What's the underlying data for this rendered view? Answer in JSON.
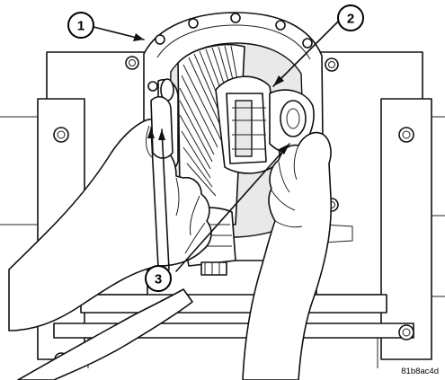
{
  "callouts": [
    {
      "id": "1",
      "label": "1"
    },
    {
      "id": "2",
      "label": "2"
    },
    {
      "id": "3",
      "label": "3"
    }
  ],
  "figure_id": "81b8ac4d",
  "colors": {
    "line": "#111111",
    "background": "#ffffff"
  }
}
